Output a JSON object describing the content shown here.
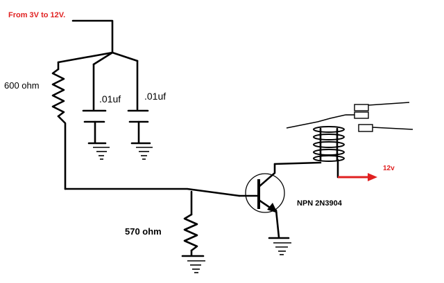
{
  "labels": {
    "supply": "From 3V to 12V.",
    "r1": "600 ohm",
    "c1": ".01uf",
    "c2": ".01uf",
    "r2": "570 ohm",
    "transistor": "NPN 2N3904",
    "output": "12v"
  },
  "colors": {
    "wire": "#000000",
    "accent": "#e02020",
    "background": "#ffffff"
  }
}
